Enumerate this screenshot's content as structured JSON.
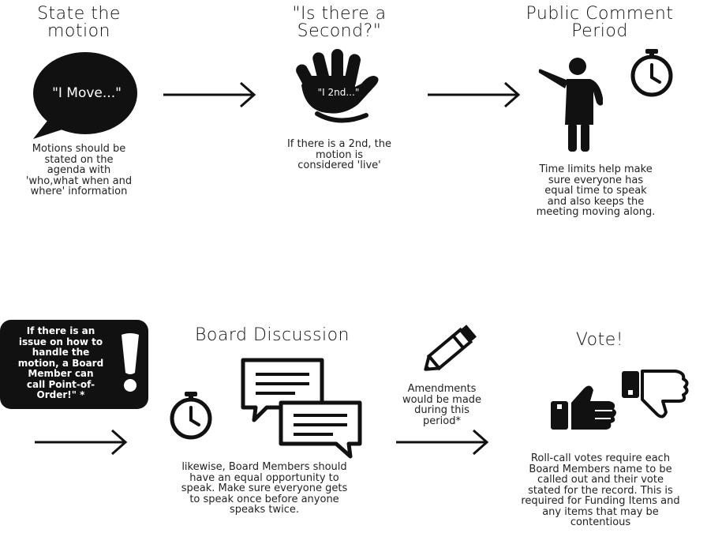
{
  "steps": [
    {
      "title_line1": "State the",
      "title_line2": "motion",
      "icon_text": "\"I Move...\"",
      "description": [
        "Motions should be",
        "stated on the",
        "agenda with",
        "'who,what when and",
        "where' information"
      ]
    },
    {
      "title_line1": "\"Is there a",
      "title_line2": "Second?\"",
      "icon_text": "\"I 2nd...\"",
      "description": [
        "If there is a 2nd, the",
        "motion is",
        "considered 'live'"
      ]
    },
    {
      "title_line1": "Public Comment",
      "title_line2": "Period",
      "description": [
        "Time limits help make",
        "sure everyone has",
        "equal time to speak",
        "and also keeps the",
        "meeting moving along."
      ]
    },
    {
      "title": "Board Discussion",
      "description": [
        "likewise, Board Members should",
        "have an equal opportunity to",
        "speak. Make sure everyone gets",
        "to speak once before anyone",
        "speaks twice."
      ]
    },
    {
      "title": "Vote!",
      "description": [
        "Roll-call votes require each",
        "Board Members name to be",
        "called out and their vote",
        "stated for the record. This is",
        "required for Funding Items and",
        "any items that may be",
        "contentious"
      ]
    }
  ],
  "point_of_order": {
    "lines": [
      "If there is an",
      "issue on how to",
      "handle the",
      "motion, a Board",
      "Member can",
      "call Point-of-",
      "Order!\" *"
    ]
  },
  "amendments": {
    "lines": [
      "Amendments",
      "would be made",
      "during this",
      "period*"
    ]
  },
  "colors": {
    "ink": "#111111",
    "background": "#ffffff"
  }
}
